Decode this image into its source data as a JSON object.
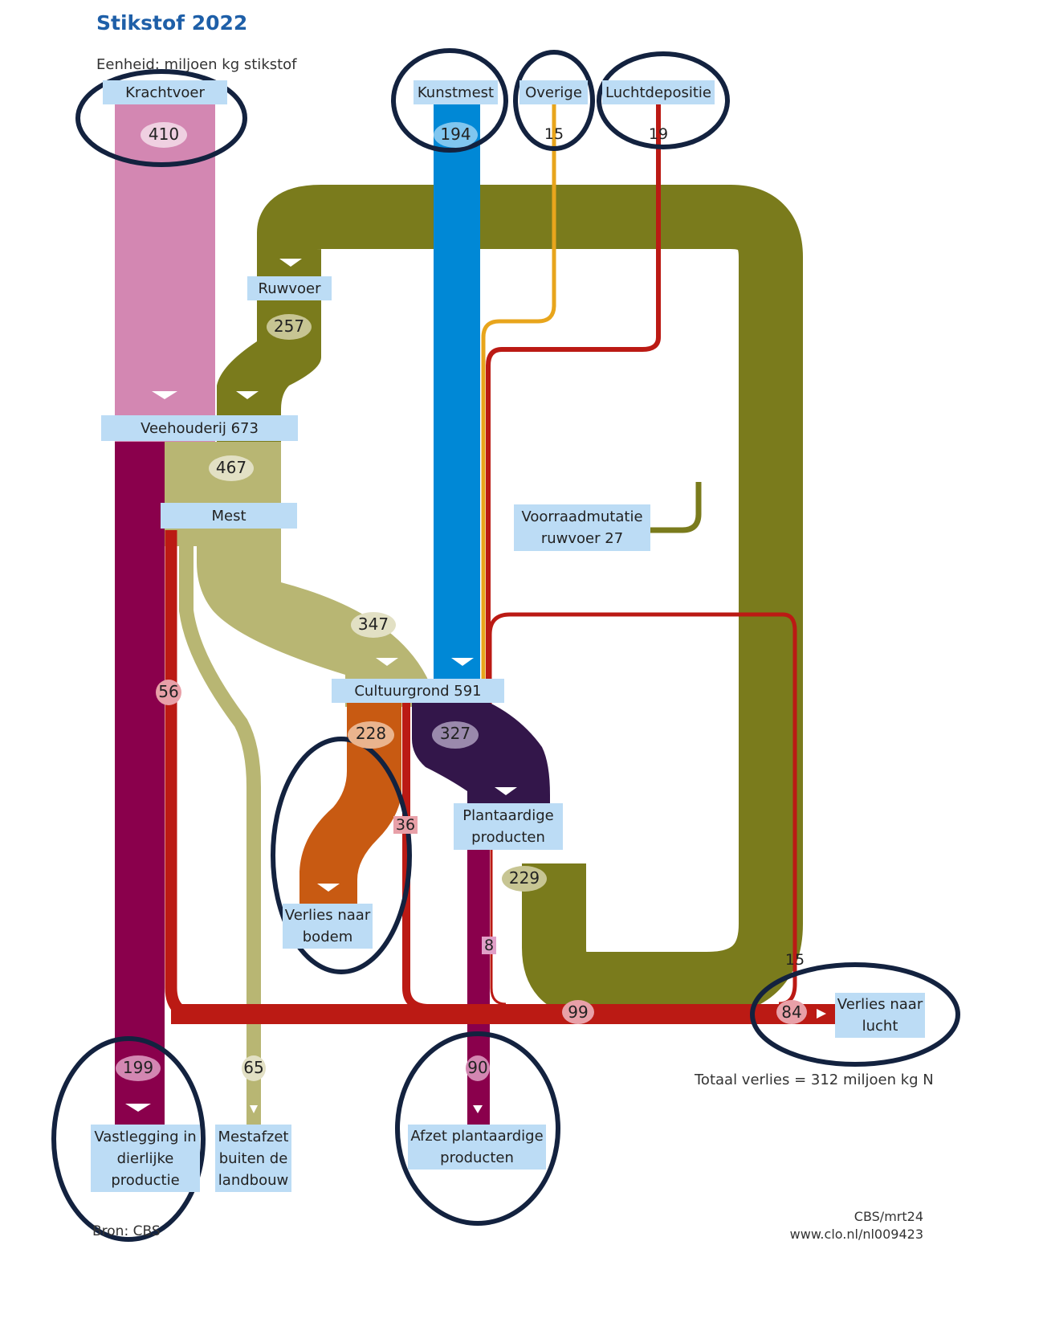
{
  "header": {
    "title": "Stikstof 2022",
    "unit": "Eenheid: miljoen kg stikstof"
  },
  "nodes": {
    "krachtvoer": "Krachtvoer",
    "kunstmest": "Kunstmest",
    "overige": "Overige",
    "luchtdepositie": "Luchtdepositie",
    "ruwvoer": "Ruwvoer",
    "veehouderij": "Veehouderij 673",
    "mest": "Mest",
    "voorraadmutatie_1": "Voorraadmutatie",
    "voorraadmutatie_2": "ruwvoer 27",
    "cultuurgrond": "Cultuurgrond 591",
    "plantaardig_1": "Plantaardige",
    "plantaardig_2": "producten",
    "verlies_bodem_1": "Verlies naar",
    "verlies_bodem_2": "bodem",
    "verlies_lucht_1": "Verlies naar",
    "verlies_lucht_2": "lucht",
    "vastlegging_1": "Vastlegging in",
    "vastlegging_2": "dierlijke",
    "vastlegging_3": "productie",
    "mestafzet_1": "Mestafzet",
    "mestafzet_2": "buiten de",
    "mestafzet_3": "landbouw",
    "afzet_1": "Afzet plantaardige",
    "afzet_2": "producten"
  },
  "values": {
    "krachtvoer": "410",
    "kunstmest": "194",
    "overige": "15",
    "luchtdepositie": "19",
    "ruwvoer": "257",
    "mest": "467",
    "mest_to_grond": "347",
    "mest_air_loss": "56",
    "grond_to_bodem": "228",
    "grond_to_plant": "327",
    "grond_air_loss": "36",
    "plant_to_ruwvoer": "229",
    "plant_air_loss": "8",
    "air_collector": "99",
    "air_total": "84",
    "deposition_return": "15",
    "vastlegging": "199",
    "mestafzet": "65",
    "afzet_plant": "90"
  },
  "footer": {
    "total_loss": "Totaal verlies = 312 miljoen kg N",
    "source": "Bron: CBS",
    "credit_1": "CBS/mrt24",
    "credit_2": "www.clo.nl/nl009423"
  },
  "colors": {
    "krachtvoer": "#d387b2",
    "ruwvoer": "#7a7b1c",
    "mest": "#b8b673",
    "kunstmest": "#0088d6",
    "overige": "#e8a51c",
    "lucht": "#bb1a14",
    "dierlijk": "#8a004c",
    "bodem": "#c85a12",
    "plant": "#33164a",
    "label": "#bcdcf5",
    "annotation": "#13223f",
    "title": "#1e5fa8"
  },
  "chart_data": {
    "type": "sankey",
    "title": "Stikstof 2022",
    "unit": "miljoen kg stikstof",
    "flows": [
      {
        "from": "Krachtvoer",
        "to": "Veehouderij",
        "value": 410
      },
      {
        "from": "Ruwvoer",
        "to": "Veehouderij",
        "value": 257
      },
      {
        "from": "Veehouderij",
        "to": "Mest",
        "value": 467
      },
      {
        "from": "Veehouderij",
        "to": "Vastlegging in dierlijke productie",
        "value": 199
      },
      {
        "from": "Mest",
        "to": "Cultuurgrond",
        "value": 347
      },
      {
        "from": "Mest",
        "to": "Mestafzet buiten de landbouw",
        "value": 65
      },
      {
        "from": "Mest",
        "to": "Verlies naar lucht",
        "value": 56
      },
      {
        "from": "Kunstmest",
        "to": "Cultuurgrond",
        "value": 194
      },
      {
        "from": "Overige",
        "to": "Cultuurgrond",
        "value": 15
      },
      {
        "from": "Luchtdepositie",
        "to": "Cultuurgrond",
        "value": 19
      },
      {
        "from": "Cultuurgrond",
        "to": "Verlies naar bodem",
        "value": 228
      },
      {
        "from": "Cultuurgrond",
        "to": "Plantaardige producten",
        "value": 327
      },
      {
        "from": "Cultuurgrond",
        "to": "Verlies naar lucht",
        "value": 36
      },
      {
        "from": "Plantaardige producten",
        "to": "Ruwvoer",
        "value": 229
      },
      {
        "from": "Plantaardige producten",
        "to": "Afzet plantaardige producten",
        "value": 90
      },
      {
        "from": "Plantaardige producten",
        "to": "Verlies naar lucht",
        "value": 8
      },
      {
        "from": "Voorraadmutatie ruwvoer",
        "to": "Ruwvoer",
        "value": 27
      },
      {
        "from": "Verlies naar lucht",
        "to": "Luchtdepositie",
        "value": 15
      }
    ],
    "node_totals": {
      "Veehouderij": 673,
      "Cultuurgrond": 591
    },
    "air_loss_collector": 99,
    "air_loss_net": 84,
    "total_loss": 312
  }
}
